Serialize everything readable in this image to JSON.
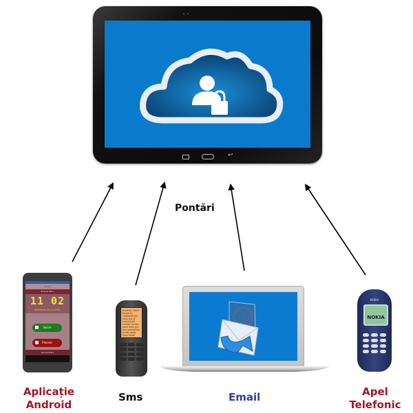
{
  "diagram": {
    "center_label": "Pontări",
    "hub": {
      "device": "tablet",
      "icon": "cloud-user-lock-icon"
    },
    "sources": [
      {
        "label": "Aplicație\nAndroid",
        "device": "android-phone",
        "color": "#a01828"
      },
      {
        "label": "Sms",
        "device": "mobile-phone",
        "color": "#111111"
      },
      {
        "label": "Email",
        "device": "laptop",
        "color": "#2f3f9a"
      },
      {
        "label": "Apel\nTelefonic",
        "device": "nokia-phone",
        "color": "#a01828"
      }
    ]
  },
  "android_app": {
    "title": "Pontaj",
    "user": "Enache Boru",
    "time_h": "11",
    "time_m": "02",
    "date": "duminică, 14.11.2021",
    "btn_in": "Sosire",
    "btn_out": "Plecare",
    "footer": "Sincronizare",
    "colors": {
      "in": "#1f7a1f",
      "out": "#9b1010"
    }
  },
  "sms": {
    "text": "Hi Johan, Don't forget to complete the daily out of home food tracker survey each time you buy something to eat away from home"
  },
  "nokia": {
    "brand": "NOKIA",
    "screen_text": "NOKIA"
  }
}
